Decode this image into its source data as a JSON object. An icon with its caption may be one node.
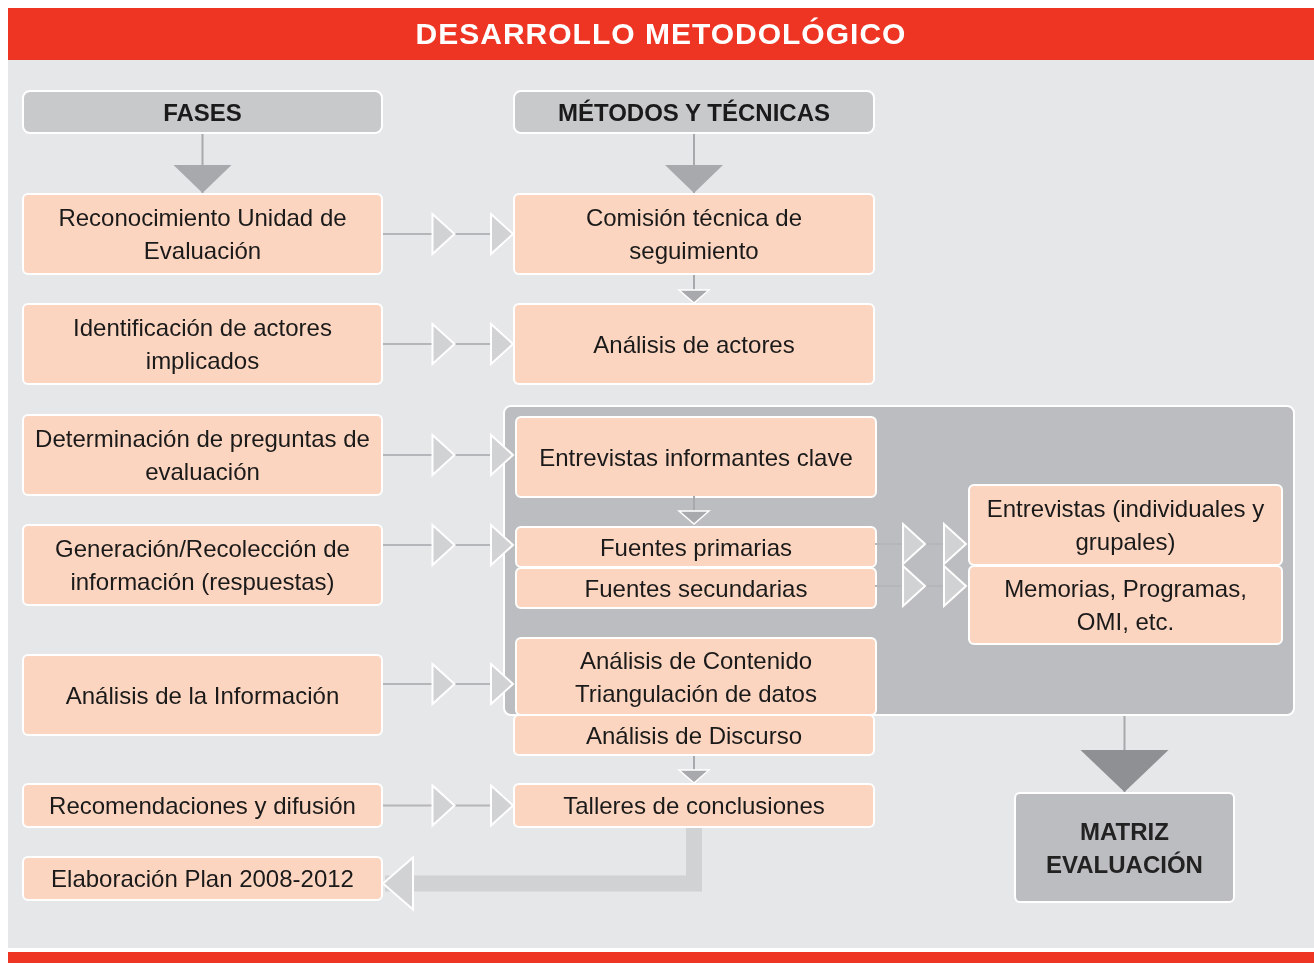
{
  "diagram": {
    "title": "DESARROLLO METODOLÓGICO",
    "nodes": [
      {
        "text": [
          "FASES"
        ]
      },
      {
        "text": [
          "MÉTODOS Y TÉCNICAS"
        ]
      },
      {
        "text": [
          "Reconocimiento Unidad de Evaluación"
        ]
      },
      {
        "text": [
          "Identificación de actores implicados"
        ]
      },
      {
        "text": [
          "Determinación de preguntas de evaluación"
        ]
      },
      {
        "text": [
          "Generación/Recolección de información (respuestas)"
        ]
      },
      {
        "text": [
          "Análisis de la Información"
        ]
      },
      {
        "text": [
          "Recomendaciones y difusión"
        ]
      },
      {
        "text": [
          "Elaboración Plan 2008-2012"
        ]
      },
      {
        "text": [
          "Comisión técnica de seguimiento"
        ]
      },
      {
        "text": [
          "Análisis de actores"
        ]
      },
      {
        "text": [],
        "shape": "box"
      },
      {
        "text": [
          "Entrevistas informantes clave"
        ],
        "in": 11
      },
      {
        "text": [
          "Fuentes primarias"
        ],
        "in": 11
      },
      {
        "text": [
          "Fuentes secundarias"
        ],
        "in": 11
      },
      {
        "text": [
          "Entrevistas (individuales y grupales)"
        ],
        "in": 11
      },
      {
        "text": [
          "Memorias, Programas, OMI, etc."
        ],
        "in": 11
      },
      {
        "text": [
          "Análisis de Contenido Triangulación de datos"
        ],
        "in": 11
      },
      {
        "text": [
          "Análisis de Discurso"
        ]
      },
      {
        "text": [
          "Talleres de conclusiones"
        ]
      },
      {
        "text": [
          "MATRIZ EVALUACIÓN"
        ]
      }
    ],
    "edges": [
      {
        "from": 0,
        "to": 2,
        "arrow": "to"
      },
      {
        "from": 1,
        "to": 9,
        "arrow": "to"
      },
      {
        "from": 2,
        "to": 9,
        "arrow": "to"
      },
      {
        "from": 3,
        "to": 10,
        "arrow": "to"
      },
      {
        "from": 4,
        "to": 12,
        "arrow": "to"
      },
      {
        "from": 5,
        "to": 13,
        "arrow": "to"
      },
      {
        "from": 6,
        "to": 17,
        "arrow": "to"
      },
      {
        "from": 7,
        "to": 19,
        "arrow": "to"
      },
      {
        "from": 9,
        "to": 10,
        "arrow": "to"
      },
      {
        "from": 12,
        "to": 13,
        "arrow": "to"
      },
      {
        "from": 13,
        "to": 15,
        "arrow": "to"
      },
      {
        "from": 14,
        "to": 16,
        "arrow": "to"
      },
      {
        "from": 18,
        "to": 19,
        "arrow": "to"
      },
      {
        "from": 11,
        "to": 20,
        "arrow": "to"
      },
      {
        "from": 19,
        "to": 8,
        "arrow": "to",
        "style": "thick"
      }
    ]
  }
}
